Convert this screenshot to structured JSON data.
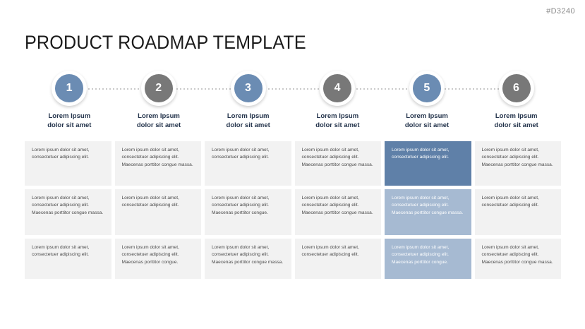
{
  "corner_code": "#D3240",
  "title": "PRODUCT ROADMAP TEMPLATE",
  "colors": {
    "accent_blue": "#6b8cb3",
    "accent_gray": "#787878",
    "cell_default": "#f2f2f2",
    "cell_highlight_strong": "#5f80a8",
    "cell_highlight_soft": "#a6bad2",
    "heading_text": "#24344c",
    "body_text": "#4a4a4a"
  },
  "timeline": {
    "connector": "dotted-line",
    "nodes": [
      {
        "number": "1",
        "color": "blue"
      },
      {
        "number": "2",
        "color": "gray"
      },
      {
        "number": "3",
        "color": "blue"
      },
      {
        "number": "4",
        "color": "gray"
      },
      {
        "number": "5",
        "color": "blue"
      },
      {
        "number": "6",
        "color": "gray"
      }
    ]
  },
  "columns": [
    {
      "heading_line1": "Lorem Ipsum",
      "heading_line2": "dolor sit amet",
      "cells": [
        {
          "text": "Lorem ipsum dolor sit amet, consectetuer adipiscing elit.",
          "style": "default"
        },
        {
          "text": "Lorem ipsum dolor sit amet, consectetuer adipiscing elit. Maecenas porttitor congue massa.",
          "style": "default"
        },
        {
          "text": "Lorem ipsum dolor sit amet, consectetuer adipiscing elit.",
          "style": "default"
        }
      ]
    },
    {
      "heading_line1": "Lorem Ipsum",
      "heading_line2": "dolor sit amet",
      "cells": [
        {
          "text": "Lorem ipsum dolor sit amet, consectetuer adipiscing elit. Maecenas porttitor congue massa.",
          "style": "default"
        },
        {
          "text": "Lorem ipsum dolor sit amet, consectetuer adipiscing elit.",
          "style": "default"
        },
        {
          "text": "Lorem ipsum dolor sit amet, consectetuer adipiscing elit. Maecenas porttitor congue.",
          "style": "default"
        }
      ]
    },
    {
      "heading_line1": "Lorem Ipsum",
      "heading_line2": "dolor sit amet",
      "cells": [
        {
          "text": "Lorem ipsum dolor sit amet, consectetuer adipiscing elit.",
          "style": "default"
        },
        {
          "text": "Lorem ipsum dolor sit amet, consectetuer adipiscing elit. Maecenas porttitor congue.",
          "style": "default"
        },
        {
          "text": "Lorem ipsum dolor sit amet, consectetuer adipiscing elit. Maecenas porttitor congue massa.",
          "style": "default"
        }
      ]
    },
    {
      "heading_line1": "Lorem Ipsum",
      "heading_line2": "dolor sit amet",
      "cells": [
        {
          "text": "Lorem ipsum dolor sit amet, consectetuer adipiscing elit. Maecenas porttitor congue massa.",
          "style": "default"
        },
        {
          "text": "Lorem ipsum dolor sit amet, consectetuer adipiscing elit. Maecenas porttitor congue massa.",
          "style": "default"
        },
        {
          "text": "Lorem ipsum dolor sit amet, consectetuer adipiscing elit.",
          "style": "default"
        }
      ]
    },
    {
      "heading_line1": "Lorem Ipsum",
      "heading_line2": "dolor sit amet",
      "cells": [
        {
          "text": "Lorem ipsum dolor sit amet, consectetuer adipiscing elit.",
          "style": "highlight-strong"
        },
        {
          "text": "Lorem ipsum dolor sit amet, consectetuer adipiscing elit. Maecenas porttitor congue massa.",
          "style": "highlight-soft"
        },
        {
          "text": "Lorem ipsum dolor sit amet, consectetuer adipiscing elit. Maecenas porttitor congue.",
          "style": "highlight-soft"
        }
      ]
    },
    {
      "heading_line1": "Lorem Ipsum",
      "heading_line2": "dolor sit amet",
      "cells": [
        {
          "text": "Lorem ipsum dolor sit amet, consectetuer adipiscing elit. Maecenas porttitor congue massa.",
          "style": "default"
        },
        {
          "text": "Lorem ipsum dolor sit amet, consectetuer adipiscing elit.",
          "style": "default"
        },
        {
          "text": "Lorem ipsum dolor sit amet, consectetuer adipiscing elit. Maecenas porttitor congue massa.",
          "style": "default"
        }
      ]
    }
  ]
}
